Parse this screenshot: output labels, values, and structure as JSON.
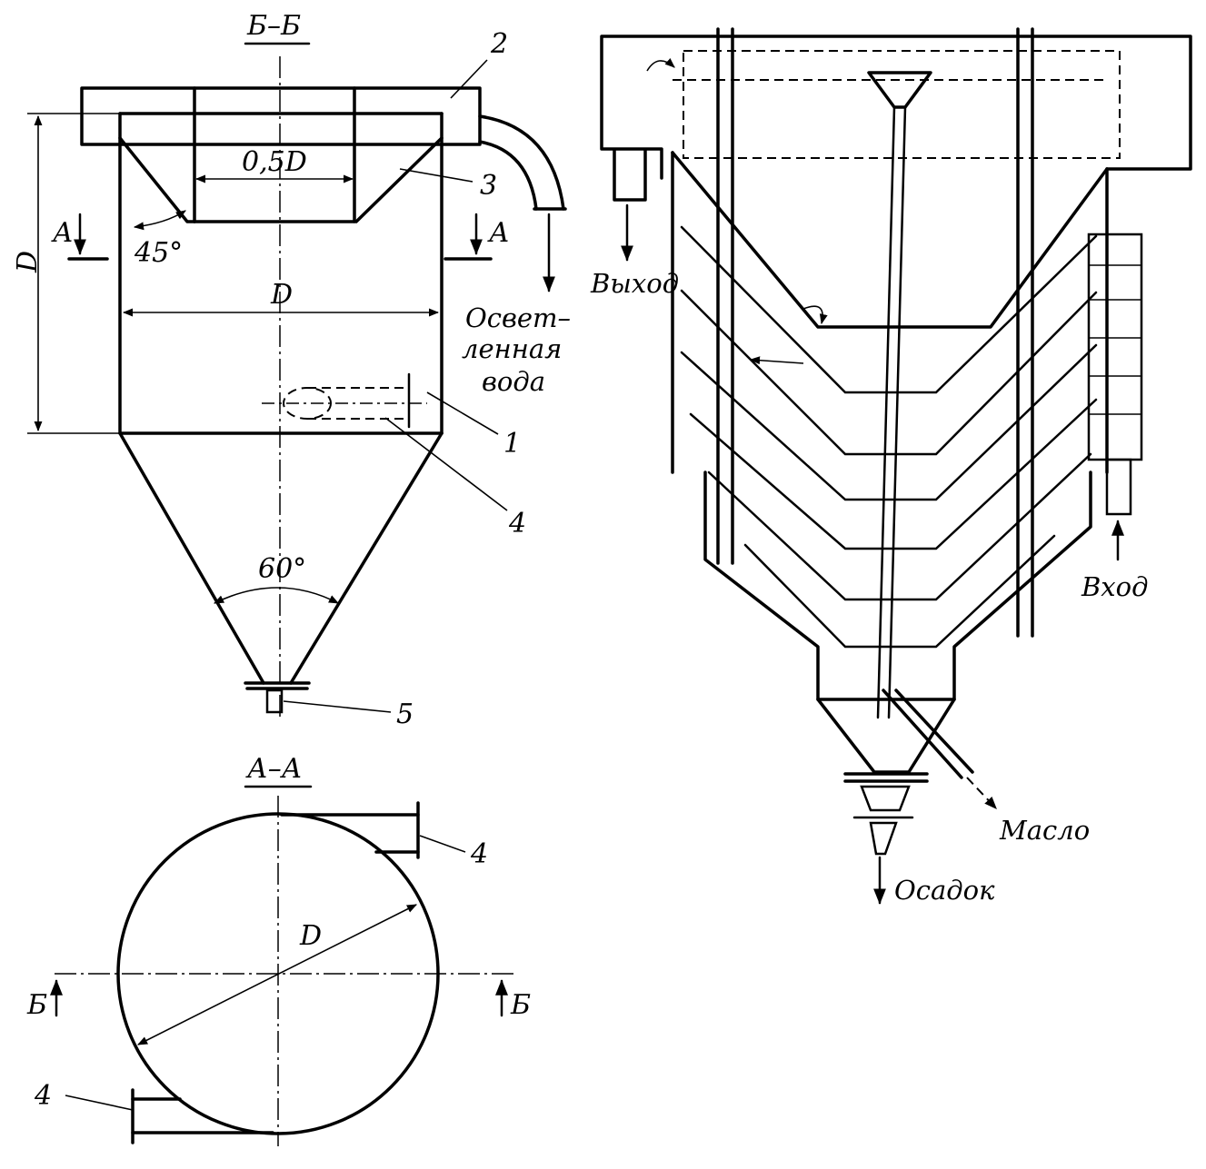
{
  "left_view": {
    "section_bb": "Б–Б",
    "dim_half_d": "0,5D",
    "dim_d_horizontal": "D",
    "dim_d_vertical": "D",
    "angle_top": "45°",
    "angle_cone": "60°",
    "section_mark_left": "А",
    "section_mark_right": "А",
    "outlet_caption": [
      "Освет–",
      "ленная",
      "вода"
    ],
    "callouts": [
      "1",
      "2",
      "3",
      "4",
      "5"
    ]
  },
  "plan_view": {
    "section_aa": "А–А",
    "dim_d": "D",
    "section_mark_left": "Б",
    "section_mark_right": "Б",
    "callout_top": "4",
    "callout_bottom": "4"
  },
  "right_view": {
    "label_exit": "Выход",
    "label_inlet": "Вход",
    "label_oil": "Масло",
    "label_sediment": "Осадок"
  }
}
